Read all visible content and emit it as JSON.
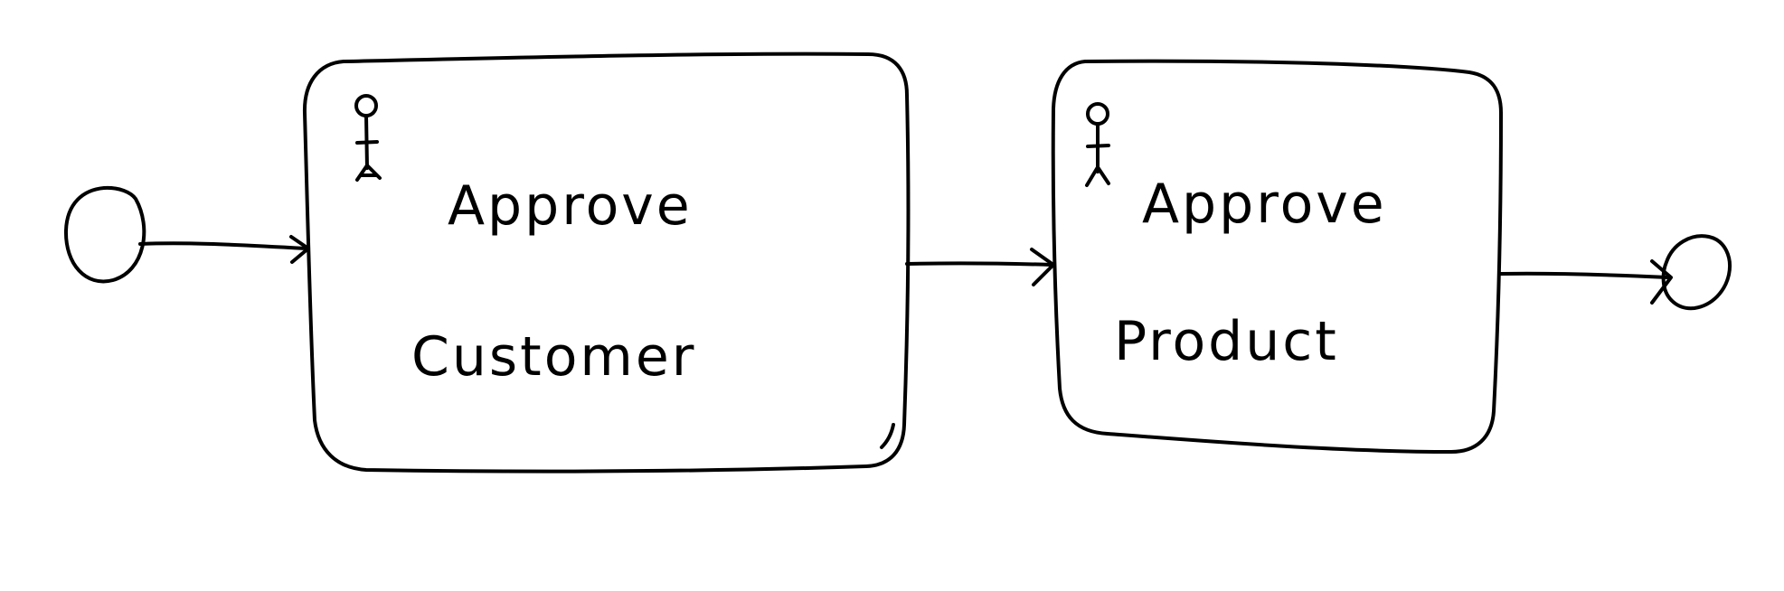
{
  "diagram": {
    "start_event": {},
    "tasks": [
      {
        "label_line1": "Approve",
        "label_line2": "Customer",
        "icon": "user-icon"
      },
      {
        "label_line1": "Approve",
        "label_line2": "Product",
        "icon": "user-icon"
      }
    ],
    "end_event": {},
    "colors": {
      "ink": "#000000",
      "background": "#ffffff"
    }
  }
}
